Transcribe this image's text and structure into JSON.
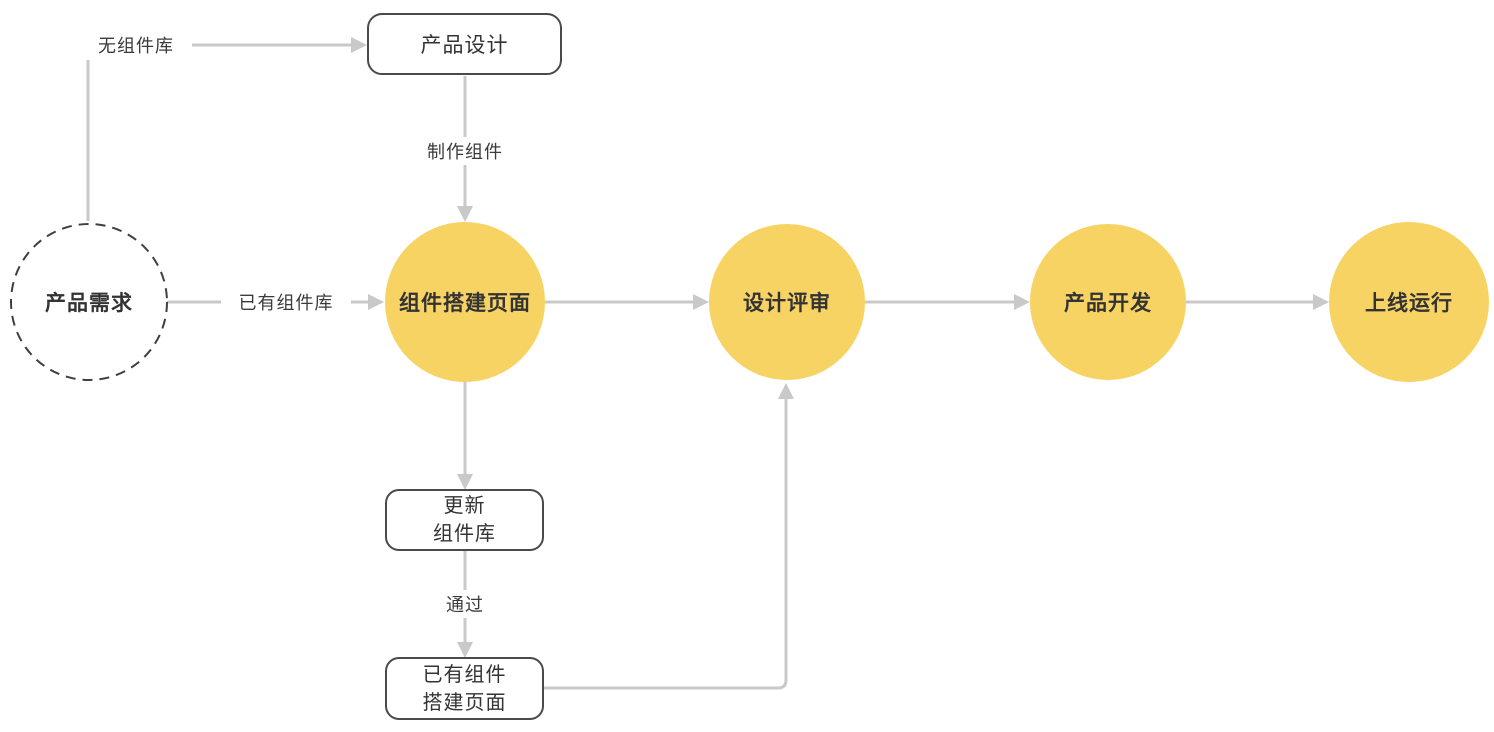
{
  "diagram": {
    "nodes": {
      "requirement": {
        "label": "产品需求",
        "shape": "dashed-circle"
      },
      "product_design": {
        "label": "产品设计",
        "shape": "rounded-rect"
      },
      "build_page": {
        "label": "组件搭建页面",
        "shape": "circle"
      },
      "design_review": {
        "label": "设计评审",
        "shape": "circle"
      },
      "product_develop": {
        "label": "产品开发",
        "shape": "circle"
      },
      "launch": {
        "label": "上线运行",
        "shape": "circle"
      },
      "update_library": {
        "line1": "更新",
        "line2": "组件库",
        "shape": "rounded-rect"
      },
      "existing_build_page": {
        "line1": "已有组件",
        "line2": "搭建页面",
        "shape": "rounded-rect"
      }
    },
    "edge_labels": {
      "no_library": "无组件库",
      "has_library": "已有组件库",
      "make_components": "制作组件",
      "pass": "通过"
    },
    "colors": {
      "node_fill": "#F7D364",
      "connector": "#C9C9C9",
      "outline": "#4A4A4A",
      "dashed_outline": "#3F3F3F",
      "text": "#333333",
      "background": "#FFFFFF"
    }
  }
}
